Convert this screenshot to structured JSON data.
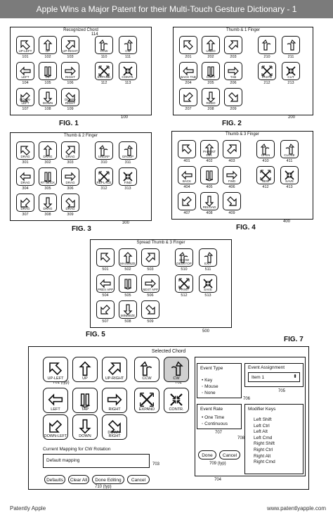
{
  "banner": "Apple Wins a Major Patent for their Multi-Touch Gesture Dictionary - 1",
  "fig1": {
    "title": "Recognized Chord",
    "caption": "FIG. 1",
    "ref": "100",
    "ref2": "114",
    "keys": [
      {
        "label": "UP-LEFT",
        "num": "101",
        "icon": "arrow-up-left-icon"
      },
      {
        "label": "UP",
        "num": "102",
        "icon": "arrow-up-icon"
      },
      {
        "label": "UP-RIGHT",
        "num": "103",
        "icon": "arrow-up-right-icon"
      },
      {
        "label": "CCW",
        "num": "110",
        "icon": "rotate-ccw-icon"
      },
      {
        "label": "CW",
        "num": "111",
        "icon": "rotate-cw-icon"
      },
      {
        "label": "LEFT",
        "num": "104",
        "icon": "arrow-left-icon"
      },
      {
        "label": "TAP",
        "num": "105",
        "icon": "tap-icon"
      },
      {
        "label": "RIGHT",
        "num": "106",
        "icon": "arrow-right-icon"
      },
      {
        "label": "EXPAND",
        "num": "112",
        "icon": "expand-icon"
      },
      {
        "label": "CONTR.",
        "num": "113",
        "icon": "contract-icon"
      },
      {
        "label": "DOWN-LEFT",
        "num": "107",
        "icon": "arrow-down-left-icon"
      },
      {
        "label": "DOWN",
        "num": "108",
        "icon": "arrow-down-icon"
      },
      {
        "label": "DOWN-RIGHT",
        "num": "109",
        "icon": "arrow-down-right-icon"
      }
    ]
  },
  "fig2": {
    "title": "Thumb & 1 Finger",
    "caption": "FIG. 2",
    "ref": "200",
    "keys": [
      {
        "label": "",
        "num": "201",
        "icon": "arrow-up-left-icon"
      },
      {
        "label": "UNDO",
        "num": "202",
        "icon": "arrow-up-icon"
      },
      {
        "label": "",
        "num": "203",
        "icon": "arrow-up-right-icon"
      },
      {
        "label": "",
        "num": "210",
        "icon": "rotate-ccw-icon"
      },
      {
        "label": "",
        "num": "211",
        "icon": "rotate-cw-icon"
      },
      {
        "label": "BACK TAB",
        "num": "204",
        "icon": "arrow-left-icon"
      },
      {
        "label": "COPY",
        "num": "205",
        "icon": "tap-icon"
      },
      {
        "label": "TAB",
        "num": "206",
        "icon": "arrow-right-icon"
      },
      {
        "label": "PASTE",
        "num": "212",
        "icon": "expand-icon"
      },
      {
        "label": "CUT",
        "num": "213",
        "icon": "contract-icon"
      },
      {
        "label": "",
        "num": "207",
        "icon": "arrow-down-left-icon"
      },
      {
        "label": "REDO",
        "num": "208",
        "icon": "arrow-down-icon"
      },
      {
        "label": "",
        "num": "209",
        "icon": "arrow-down-right-icon"
      }
    ]
  },
  "fig3": {
    "title": "Thumb & 2 Finger",
    "caption": "FIG. 3",
    "ref": "300",
    "keys": [
      {
        "label": "DRAG",
        "num": "301",
        "icon": "arrow-up-left-icon"
      },
      {
        "label": "DRAG",
        "num": "302",
        "icon": "arrow-up-icon"
      },
      {
        "label": "DRAG",
        "num": "303",
        "icon": "arrow-up-right-icon"
      },
      {
        "label": "UNGRP",
        "num": "310",
        "icon": "rotate-ccw-icon"
      },
      {
        "label": "GROUP",
        "num": "311",
        "icon": "rotate-cw-icon"
      },
      {
        "label": "DRAG",
        "num": "304",
        "icon": "arrow-left-icon"
      },
      {
        "label": "RT CLICK",
        "num": "305",
        "icon": "tap-icon"
      },
      {
        "label": "DRAG",
        "num": "306",
        "icon": "arrow-right-icon"
      },
      {
        "label": "REPLACE",
        "num": "312",
        "icon": "expand-icon"
      },
      {
        "label": "FIND",
        "num": "313",
        "icon": "contract-icon"
      },
      {
        "label": "DRAG",
        "num": "307",
        "icon": "arrow-down-left-icon"
      },
      {
        "label": "DRAG",
        "num": "308",
        "icon": "arrow-down-icon"
      },
      {
        "label": "DRAG",
        "num": "309",
        "icon": "arrow-down-right-icon"
      }
    ]
  },
  "fig4": {
    "title": "Thumb & 3 Finger",
    "caption": "FIG. 4",
    "ref": "400",
    "keys": [
      {
        "label": "",
        "num": "401",
        "icon": "arrow-up-left-icon"
      },
      {
        "label": "PARENT DIR.",
        "num": "402",
        "icon": "arrow-up-icon"
      },
      {
        "label": "",
        "num": "403",
        "icon": "arrow-up-right-icon"
      },
      {
        "label": "OPEN",
        "num": "410",
        "icon": "rotate-ccw-icon"
      },
      {
        "label": "CLOSE",
        "num": "411",
        "icon": "rotate-cw-icon"
      },
      {
        "label": "BACK",
        "num": "404",
        "icon": "arrow-left-icon"
      },
      {
        "label": "",
        "num": "405",
        "icon": "tap-icon"
      },
      {
        "label": "FWD",
        "num": "406",
        "icon": "arrow-right-icon"
      },
      {
        "label": "NEW",
        "num": "412",
        "icon": "expand-icon"
      },
      {
        "label": "SAVE",
        "num": "413",
        "icon": "contract-icon"
      },
      {
        "label": "",
        "num": "407",
        "icon": "arrow-down-left-icon"
      },
      {
        "label": "RELOAD",
        "num": "408",
        "icon": "arrow-down-icon"
      },
      {
        "label": "",
        "num": "409",
        "icon": "arrow-down-right-icon"
      }
    ]
  },
  "fig5": {
    "title": "Spread Thumb & 3 Finger",
    "caption": "FIG. 5",
    "ref": "500",
    "keys": [
      {
        "label": "",
        "num": "501",
        "icon": "arrow-up-left-icon"
      },
      {
        "label": "MAXIMIZE",
        "num": "502",
        "icon": "arrow-up-icon"
      },
      {
        "label": "",
        "num": "503",
        "icon": "arrow-up-right-icon"
      },
      {
        "label": "SHOW DESKTOP",
        "num": "510",
        "icon": "rotate-ccw-icon"
      },
      {
        "label": "EXIT",
        "num": "511",
        "icon": "rotate-cw-icon"
      },
      {
        "label": "PREV APP",
        "num": "504",
        "icon": "arrow-left-icon"
      },
      {
        "label": "",
        "num": "505",
        "icon": "tap-icon"
      },
      {
        "label": "NEXT APP",
        "num": "506",
        "icon": "arrow-right-icon"
      },
      {
        "label": "PRINT",
        "num": "512",
        "icon": "expand-icon"
      },
      {
        "label": "SAVE",
        "num": "513",
        "icon": "contract-icon"
      },
      {
        "label": "",
        "num": "507",
        "icon": "arrow-down-left-icon"
      },
      {
        "label": "MINIMIZE",
        "num": "508",
        "icon": "arrow-down-icon"
      },
      {
        "label": "",
        "num": "509",
        "icon": "arrow-down-right-icon"
      }
    ]
  },
  "fig7": {
    "caption": "FIG. 7",
    "title": "Selected Chord",
    "ref_typ": "701 (typ)",
    "ref_cw": "702",
    "keys": [
      {
        "label": "UP-LEFT",
        "icon": "arrow-up-left-icon"
      },
      {
        "label": "UP",
        "icon": "arrow-up-icon"
      },
      {
        "label": "UP-RIGHT",
        "icon": "arrow-up-right-icon"
      },
      {
        "label": "CCW",
        "icon": "rotate-ccw-icon"
      },
      {
        "label": "CW",
        "icon": "rotate-cw-icon"
      },
      {
        "label": "LEFT",
        "icon": "arrow-left-icon"
      },
      {
        "label": "TAP",
        "icon": "tap-icon"
      },
      {
        "label": "RIGHT",
        "icon": "arrow-right-icon"
      },
      {
        "label": "EXPAND",
        "icon": "expand-icon"
      },
      {
        "label": "CONTR.",
        "icon": "contract-icon"
      },
      {
        "label": "DOWN-LEFT",
        "icon": "arrow-down-left-icon"
      },
      {
        "label": "DOWN",
        "icon": "arrow-down-icon"
      },
      {
        "label": "DOWN-RIGHT",
        "icon": "arrow-down-right-icon"
      }
    ],
    "mapping_label": "Current Mapping for CW Rotation",
    "mapping_value": "Default mapping",
    "ref_703": "703",
    "buttons": [
      "Defaults",
      "Clear All",
      "Done Editing",
      "Cancel"
    ],
    "ref_710": "710 (typ)",
    "event_type": {
      "title": "Event Type",
      "options": [
        "Key",
        "Mouse",
        "None"
      ]
    },
    "event_rate": {
      "title": "Event Rate",
      "options": [
        "One Time",
        "Continuous"
      ],
      "ref": "707"
    },
    "event_assignment": {
      "title": "Event Assignment",
      "value": "Item 1",
      "ref": "705"
    },
    "ref_706": "706",
    "modifier_keys": {
      "title": "Modifier Keys",
      "items": [
        "Left Shift",
        "Left Ctrl",
        "Left Alt",
        "Left Cmd",
        "Right Shift",
        "Right Ctrl",
        "Right Alt",
        "Right Cmd"
      ],
      "ref": "708"
    },
    "done_cancel": [
      "Done",
      "Cancel"
    ],
    "ref_709": "709 (typ)",
    "ref_704": "704"
  },
  "footer": {
    "left": "Patently Apple",
    "right": "www.patentlyapple.com"
  }
}
